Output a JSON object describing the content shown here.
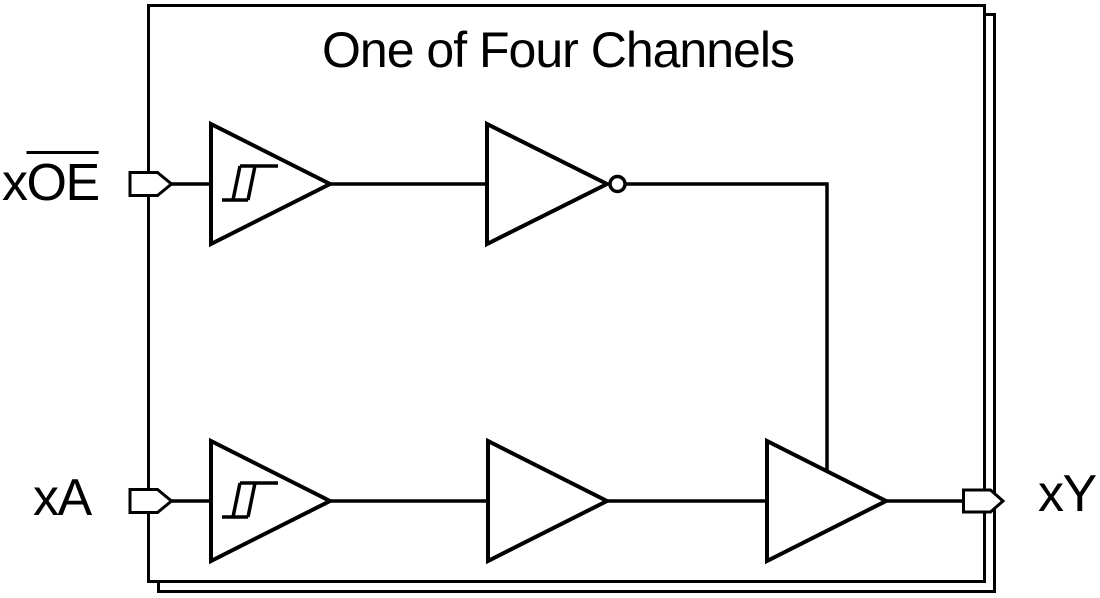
{
  "diagram": {
    "title": "One of Four Channels",
    "labels": {
      "oe_prefix": "x",
      "oe_overlined": "OE",
      "input_a": "xA",
      "output_y": "xY"
    },
    "components": [
      {
        "name": "oe-input-port",
        "type": "input-port"
      },
      {
        "name": "oe-schmitt-buffer",
        "type": "schmitt-trigger-buffer"
      },
      {
        "name": "inverter",
        "type": "inverter-with-bubble"
      },
      {
        "name": "a-input-port",
        "type": "input-port"
      },
      {
        "name": "a-schmitt-buffer",
        "type": "schmitt-trigger-buffer"
      },
      {
        "name": "middle-buffer",
        "type": "buffer"
      },
      {
        "name": "output-buffer",
        "type": "tri-state-buffer"
      },
      {
        "name": "y-output-port",
        "type": "output-port"
      }
    ],
    "colors": {
      "line": "#000000",
      "background": "#ffffff"
    }
  }
}
